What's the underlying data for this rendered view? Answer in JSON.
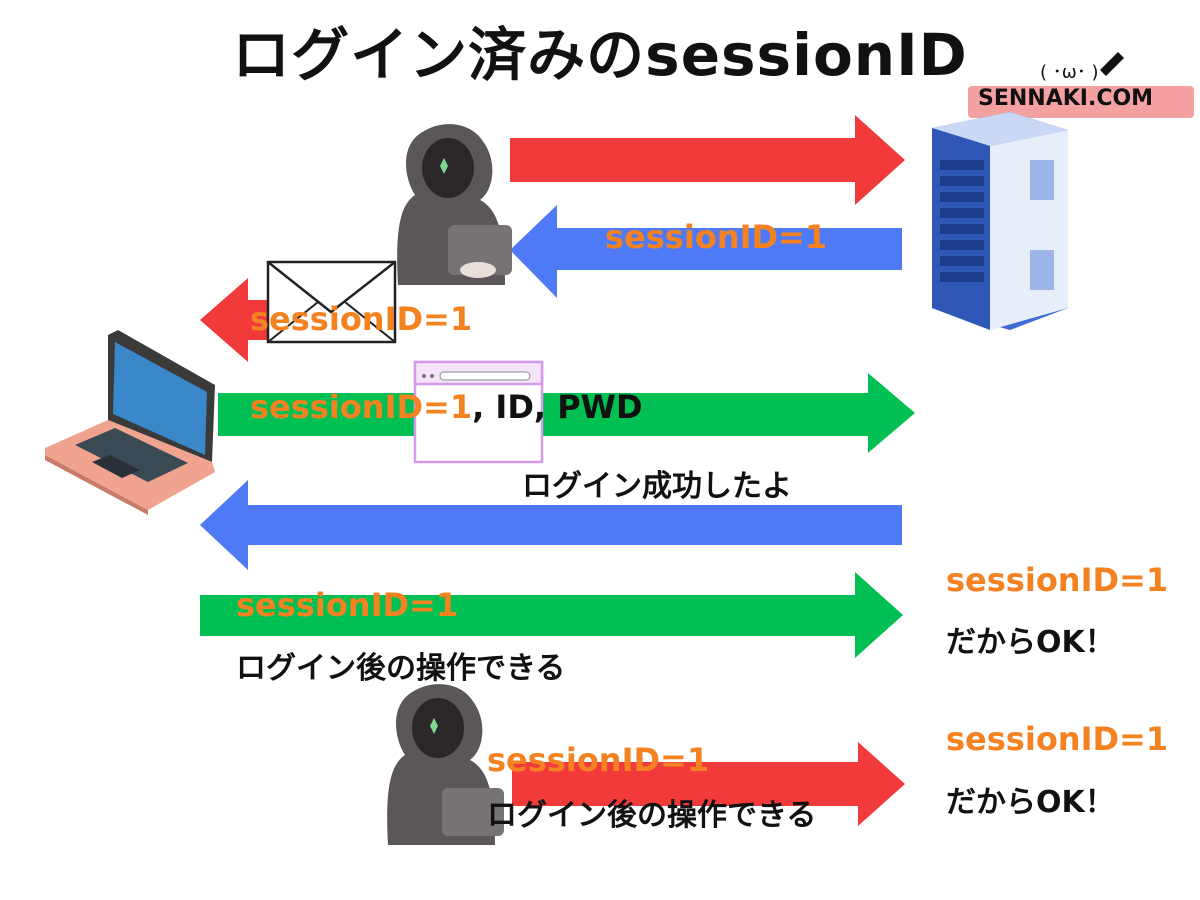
{
  "title": "ログイン済みのsessionID",
  "brand": {
    "name": "SENNAKI.COM",
    "face": "( ･ω･ )"
  },
  "labels": {
    "steal_session": "sessionID=1",
    "email_session": "sessionID=1",
    "login_session": "sessionID=1",
    "login_creds": ", ID, PWD",
    "login_success": "ログイン成功したよ",
    "user_session": "sessionID=1",
    "user_action": "ログイン後の操作できる",
    "user_ok_session": "sessionID=1",
    "user_ok": "だからOK！",
    "attacker_session": "sessionID=1",
    "attacker_action": "ログイン後の操作できる",
    "attacker_ok_session": "sessionID=1",
    "attacker_ok": "だからOK！"
  },
  "colors": {
    "red": "#f23a3a",
    "blue": "#4f7af5",
    "green": "#00c053",
    "orange": "#f58220",
    "hacker": "#5a5659",
    "server": "#3f6bd6",
    "laptop_screen": "#3a87c9",
    "laptop_base": "#f0a38f"
  },
  "icons": [
    "hacker-icon",
    "server-icon",
    "laptop-icon",
    "envelope-icon",
    "browser-window-icon"
  ]
}
